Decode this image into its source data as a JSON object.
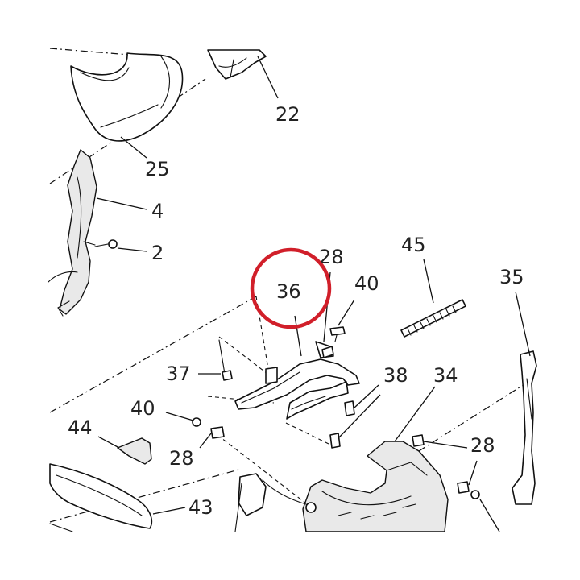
{
  "diagram": {
    "callouts": [
      "22",
      "25",
      "4",
      "2",
      "36",
      "28",
      "40",
      "45",
      "35",
      "37",
      "38",
      "34",
      "40",
      "44",
      "28",
      "28",
      "43"
    ],
    "highlighted_callout": "36",
    "highlight_color": "#d11f2a",
    "line_color": "#111111"
  }
}
